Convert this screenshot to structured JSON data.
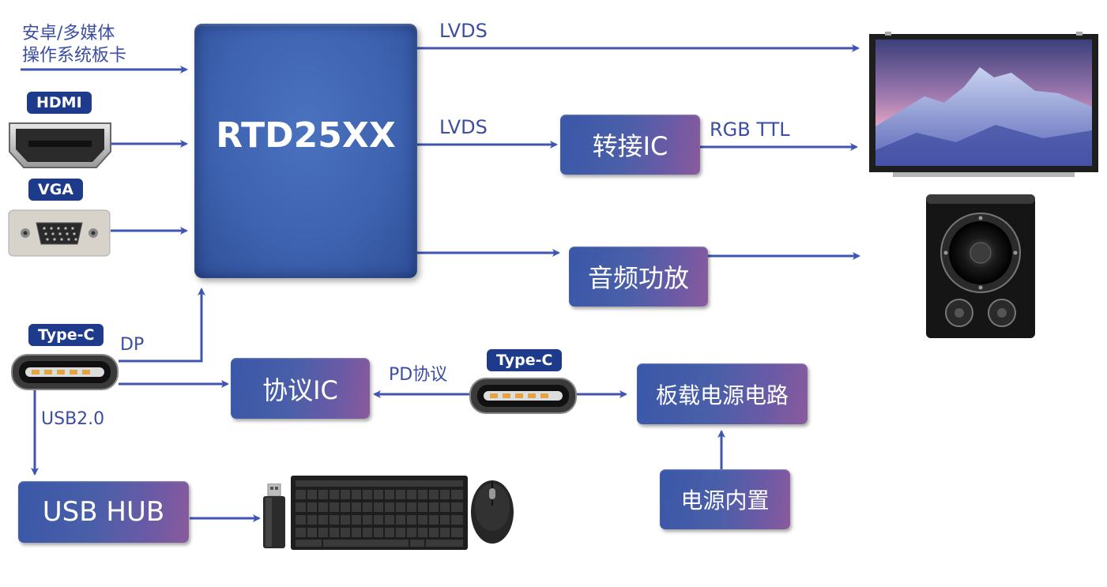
{
  "main_chip": "RTD25XX",
  "inputs": {
    "android_line1": "安卓/多媒体",
    "android_line2": "操作系统板卡",
    "hdmi_tag": "HDMI",
    "vga_tag": "VGA",
    "typec_tag": "Type-C",
    "typec_tag2": "Type-C"
  },
  "labels": {
    "lvds_top": "LVDS",
    "lvds_mid": "LVDS",
    "rgb_ttl": "RGB TTL",
    "dp": "DP",
    "pd": "PD协议",
    "usb2": "USB2.0"
  },
  "boxes": {
    "adapter_ic": "转接IC",
    "audio_amp": "音频功放",
    "protocol_ic": "协议IC",
    "power_circuit": "板载电源电路",
    "power_builtin": "电源内置",
    "usb_hub": "USB HUB"
  },
  "colors": {
    "arrow": "#3f55b0",
    "tag_bg": "#1e3a8a",
    "main_chip": "#3e63b0"
  },
  "icons": [
    "hdmi-port-icon",
    "vga-port-icon",
    "typec-port-icon",
    "display-panel-icon",
    "speaker-icon",
    "usb-dongle-icon",
    "keyboard-icon",
    "mouse-icon"
  ]
}
